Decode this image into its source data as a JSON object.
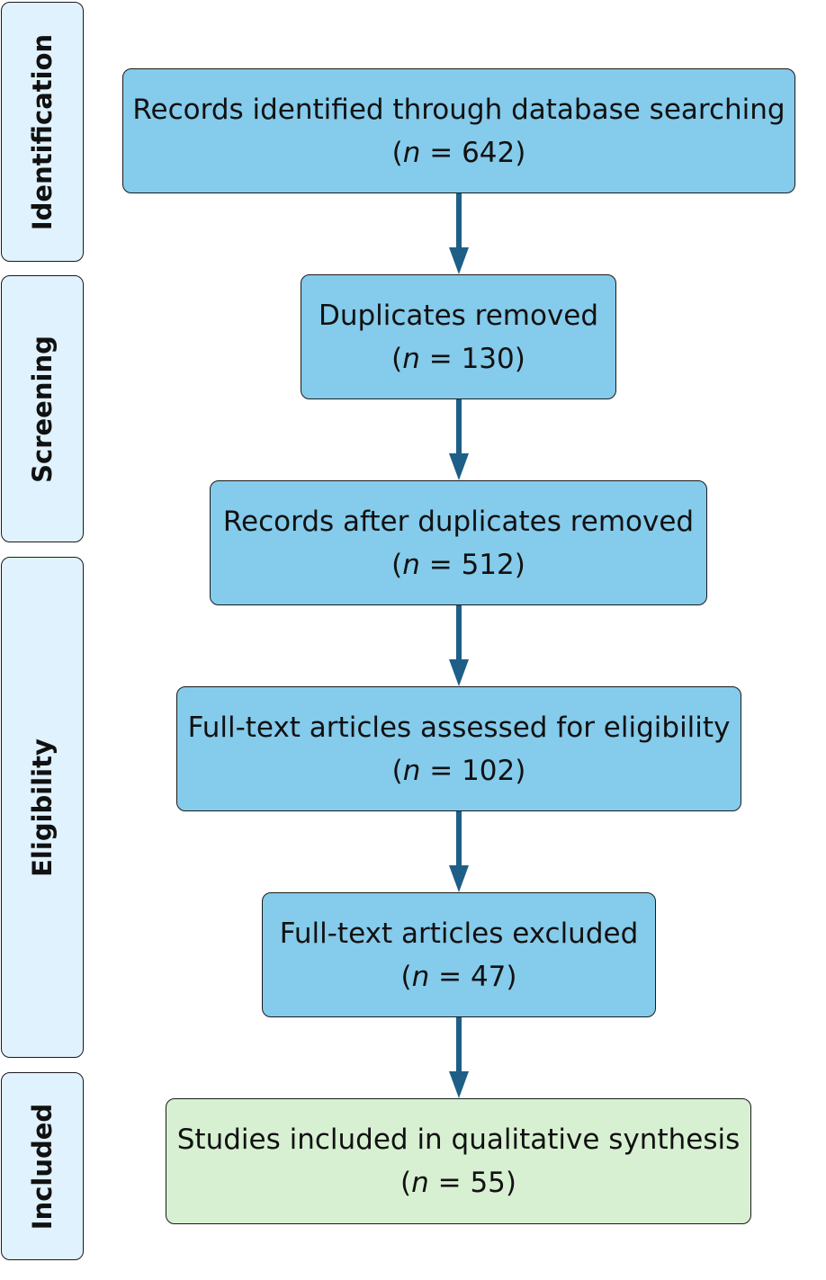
{
  "stages": [
    {
      "label": "Identification"
    },
    {
      "label": "Screening"
    },
    {
      "label": "Eligibility"
    },
    {
      "label": "Included"
    }
  ],
  "boxes": [
    {
      "text": "Records identified through database searching",
      "n_symbol": "n",
      "count": "642"
    },
    {
      "text": "Duplicates removed",
      "n_symbol": "n",
      "count": "130"
    },
    {
      "text": "Records after duplicates removed",
      "n_symbol": "n",
      "count": "512"
    },
    {
      "text": "Full-text articles assessed for eligibility",
      "n_symbol": "n",
      "count": "102"
    },
    {
      "text": "Full-text articles excluded",
      "n_symbol": "n",
      "count": "47"
    },
    {
      "text": "Studies included in qualitative synthesis",
      "n_symbol": "n",
      "count": "55"
    }
  ],
  "colors": {
    "process_box": "#85cbeb",
    "final_box": "#d8f0d2",
    "stage_panel": "#dff2fd",
    "arrow": "#1d5f86"
  }
}
